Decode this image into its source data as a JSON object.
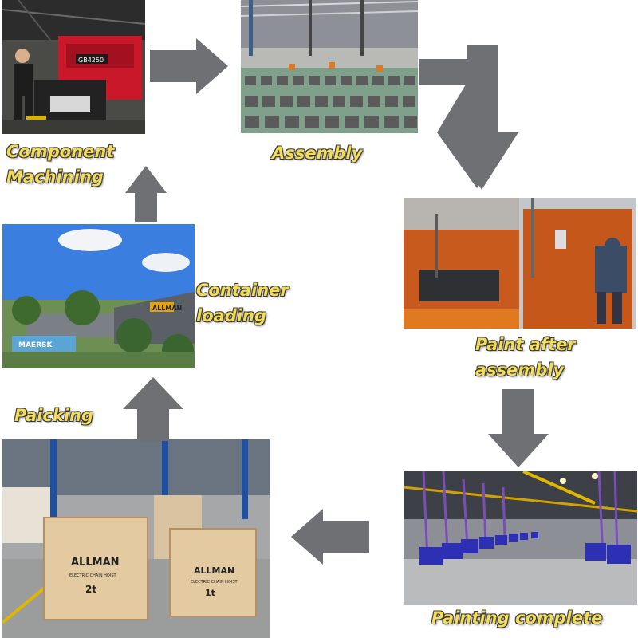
{
  "steps": {
    "machining": {
      "label_line1": "Component",
      "label_line2": "Machining",
      "machine_text": "GB4250"
    },
    "assembly": {
      "label": "Assembly"
    },
    "paint": {
      "label_line1": "Paint after",
      "label_line2": "assembly"
    },
    "painting_complete": {
      "label": "Painting complete"
    },
    "packing": {
      "label": "Paicking",
      "crate_left_brand": "ALLMAN",
      "crate_left_sub": "ELECTRIC CHAIN HOIST",
      "crate_left_ton": "2t",
      "crate_right_brand": "ALLMAN",
      "crate_right_sub": "ELECTRIC CHAIN HOIST",
      "crate_right_ton": "1t"
    },
    "container": {
      "label_line1": "Container",
      "label_line2": "loading",
      "container_brand": "MAERSK",
      "building_sign": "ALLMAN"
    }
  },
  "colors": {
    "label_fill": "#f2dc5a",
    "arrow": "#6f7073"
  }
}
